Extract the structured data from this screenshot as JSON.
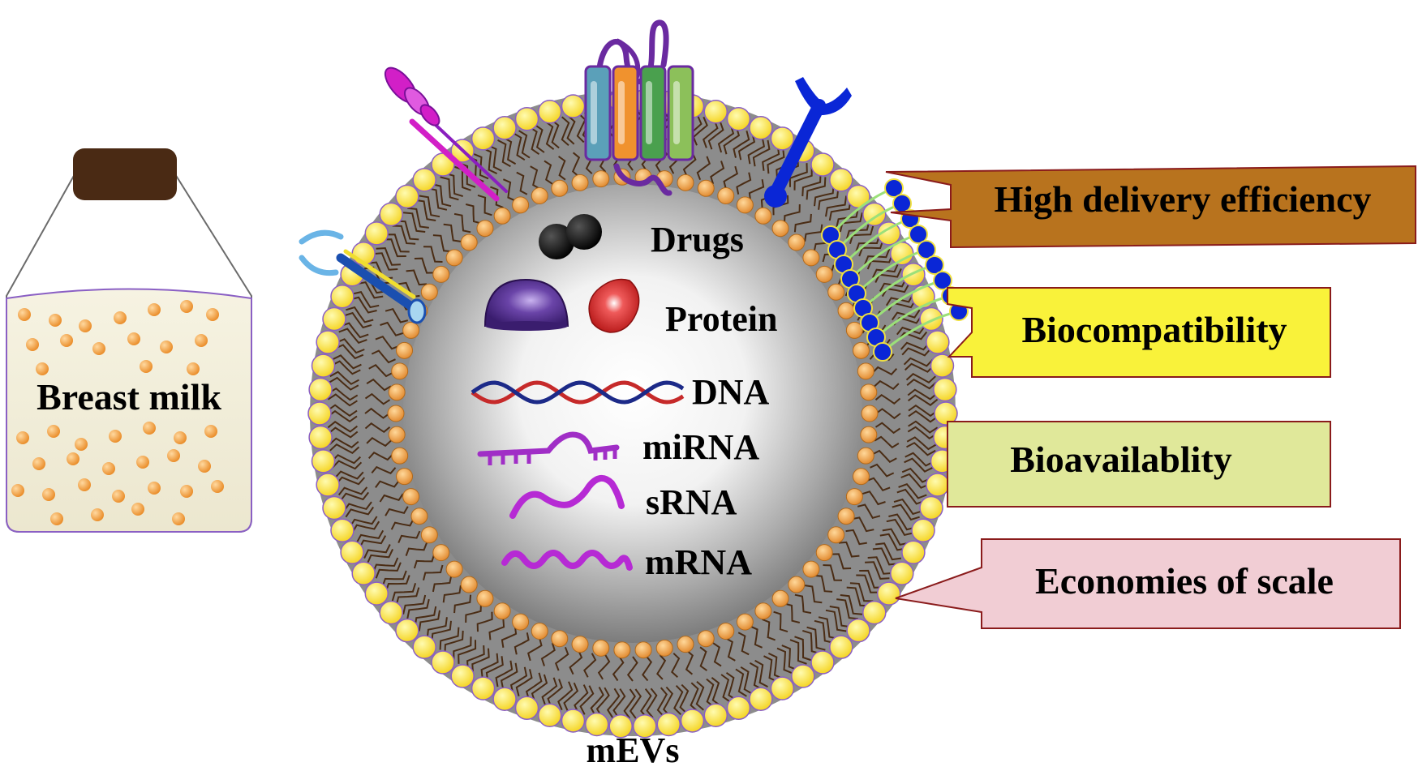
{
  "bottle": {
    "label": "Breast milk"
  },
  "vesicle": {
    "label": "mEVs",
    "cargo": [
      "Drugs",
      "Protein",
      "DNA",
      "miRNA",
      "sRNA",
      "mRNA"
    ]
  },
  "advantages": [
    {
      "label": "High delivery efficiency",
      "color": "#b8731e"
    },
    {
      "label": "Biocompatibility",
      "color": "#f9f23a"
    },
    {
      "label": "Bioavailablity",
      "color": "#e0e89a"
    },
    {
      "label": "Economies of scale",
      "color": "#f1cdd4"
    }
  ],
  "colors": {
    "bottle_cap": "#4a2a14",
    "milk_droplet": "#f2a64a",
    "lipid_head": "#fbe941",
    "inner_head": "#f2a950",
    "protein_purple": "#5a3690",
    "protein_red": "#d22525",
    "receptor_blue": "#0a26d6"
  }
}
